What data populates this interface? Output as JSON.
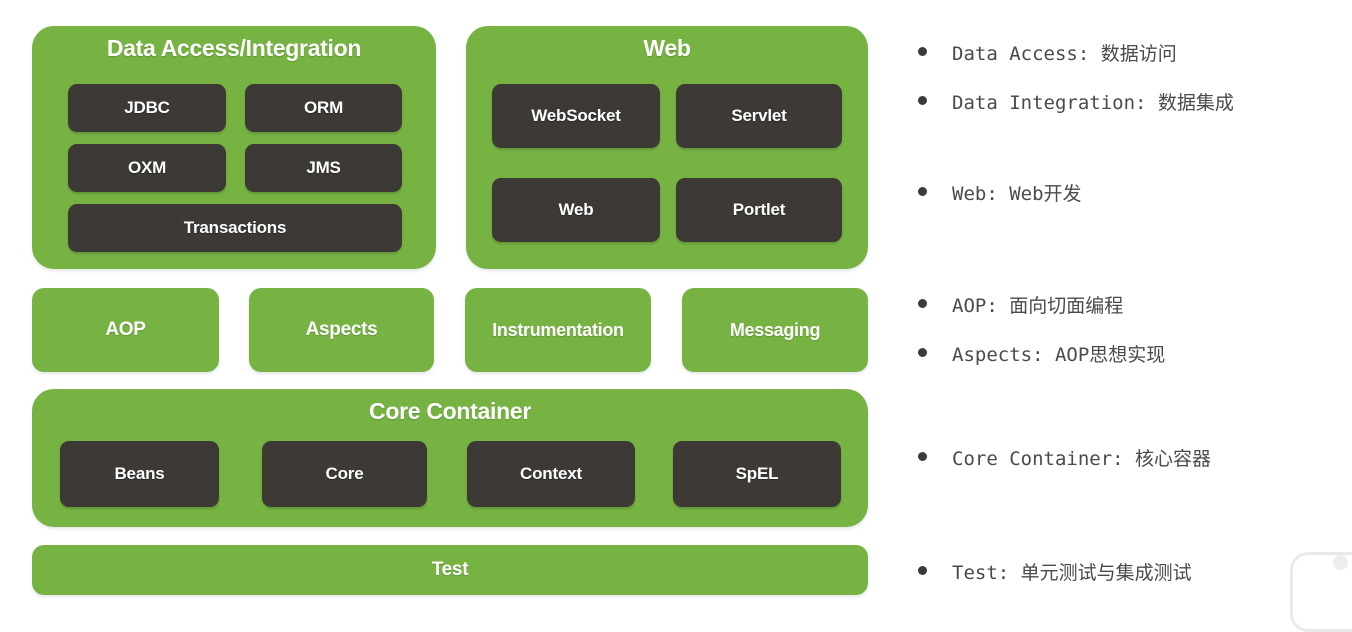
{
  "diagram": {
    "colors": {
      "green": "#76b343",
      "dark": "#3d3a36",
      "text_light": "#ffffff",
      "bullet_text": "#4a4a4a"
    },
    "panels": {
      "data_access": {
        "title": "Data Access/Integration",
        "modules": [
          "JDBC",
          "ORM",
          "OXM",
          "JMS",
          "Transactions"
        ]
      },
      "web": {
        "title": "Web",
        "modules": [
          "WebSocket",
          "Servlet",
          "Web",
          "Portlet"
        ]
      },
      "middle_row": [
        "AOP",
        "Aspects",
        "Instrumentation",
        "Messaging"
      ],
      "core_container": {
        "title": "Core Container",
        "modules": [
          "Beans",
          "Core",
          "Context",
          "SpEL"
        ]
      },
      "test": {
        "title": "Test"
      }
    }
  },
  "legend": {
    "items": [
      {
        "text": "Data Access: 数据访问"
      },
      {
        "text": "Data Integration: 数据集成"
      },
      {
        "text": "Web: Web开发"
      },
      {
        "text": "AOP: 面向切面编程"
      },
      {
        "text": "Aspects: AOP思想实现"
      },
      {
        "text": "Core Container: 核心容器"
      },
      {
        "text": "Test: 单元测试与集成测试"
      }
    ]
  }
}
